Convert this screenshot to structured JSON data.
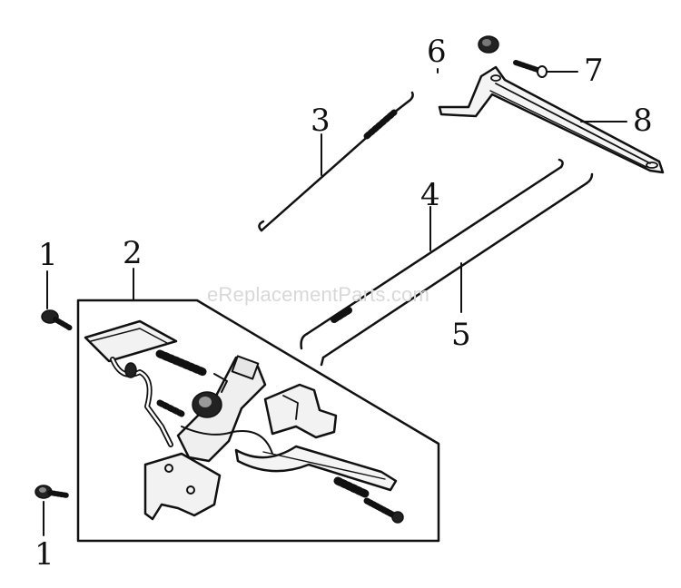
{
  "watermark": "eReplacementParts.com",
  "callouts": [
    {
      "id": "c1a",
      "text": "1"
    },
    {
      "id": "c1b",
      "text": "1"
    },
    {
      "id": "c2",
      "text": "2"
    },
    {
      "id": "c3",
      "text": "3"
    },
    {
      "id": "c4",
      "text": "4"
    },
    {
      "id": "c5",
      "text": "5"
    },
    {
      "id": "c6",
      "text": "6"
    },
    {
      "id": "c7",
      "text": "7"
    },
    {
      "id": "c8",
      "text": "8"
    }
  ]
}
